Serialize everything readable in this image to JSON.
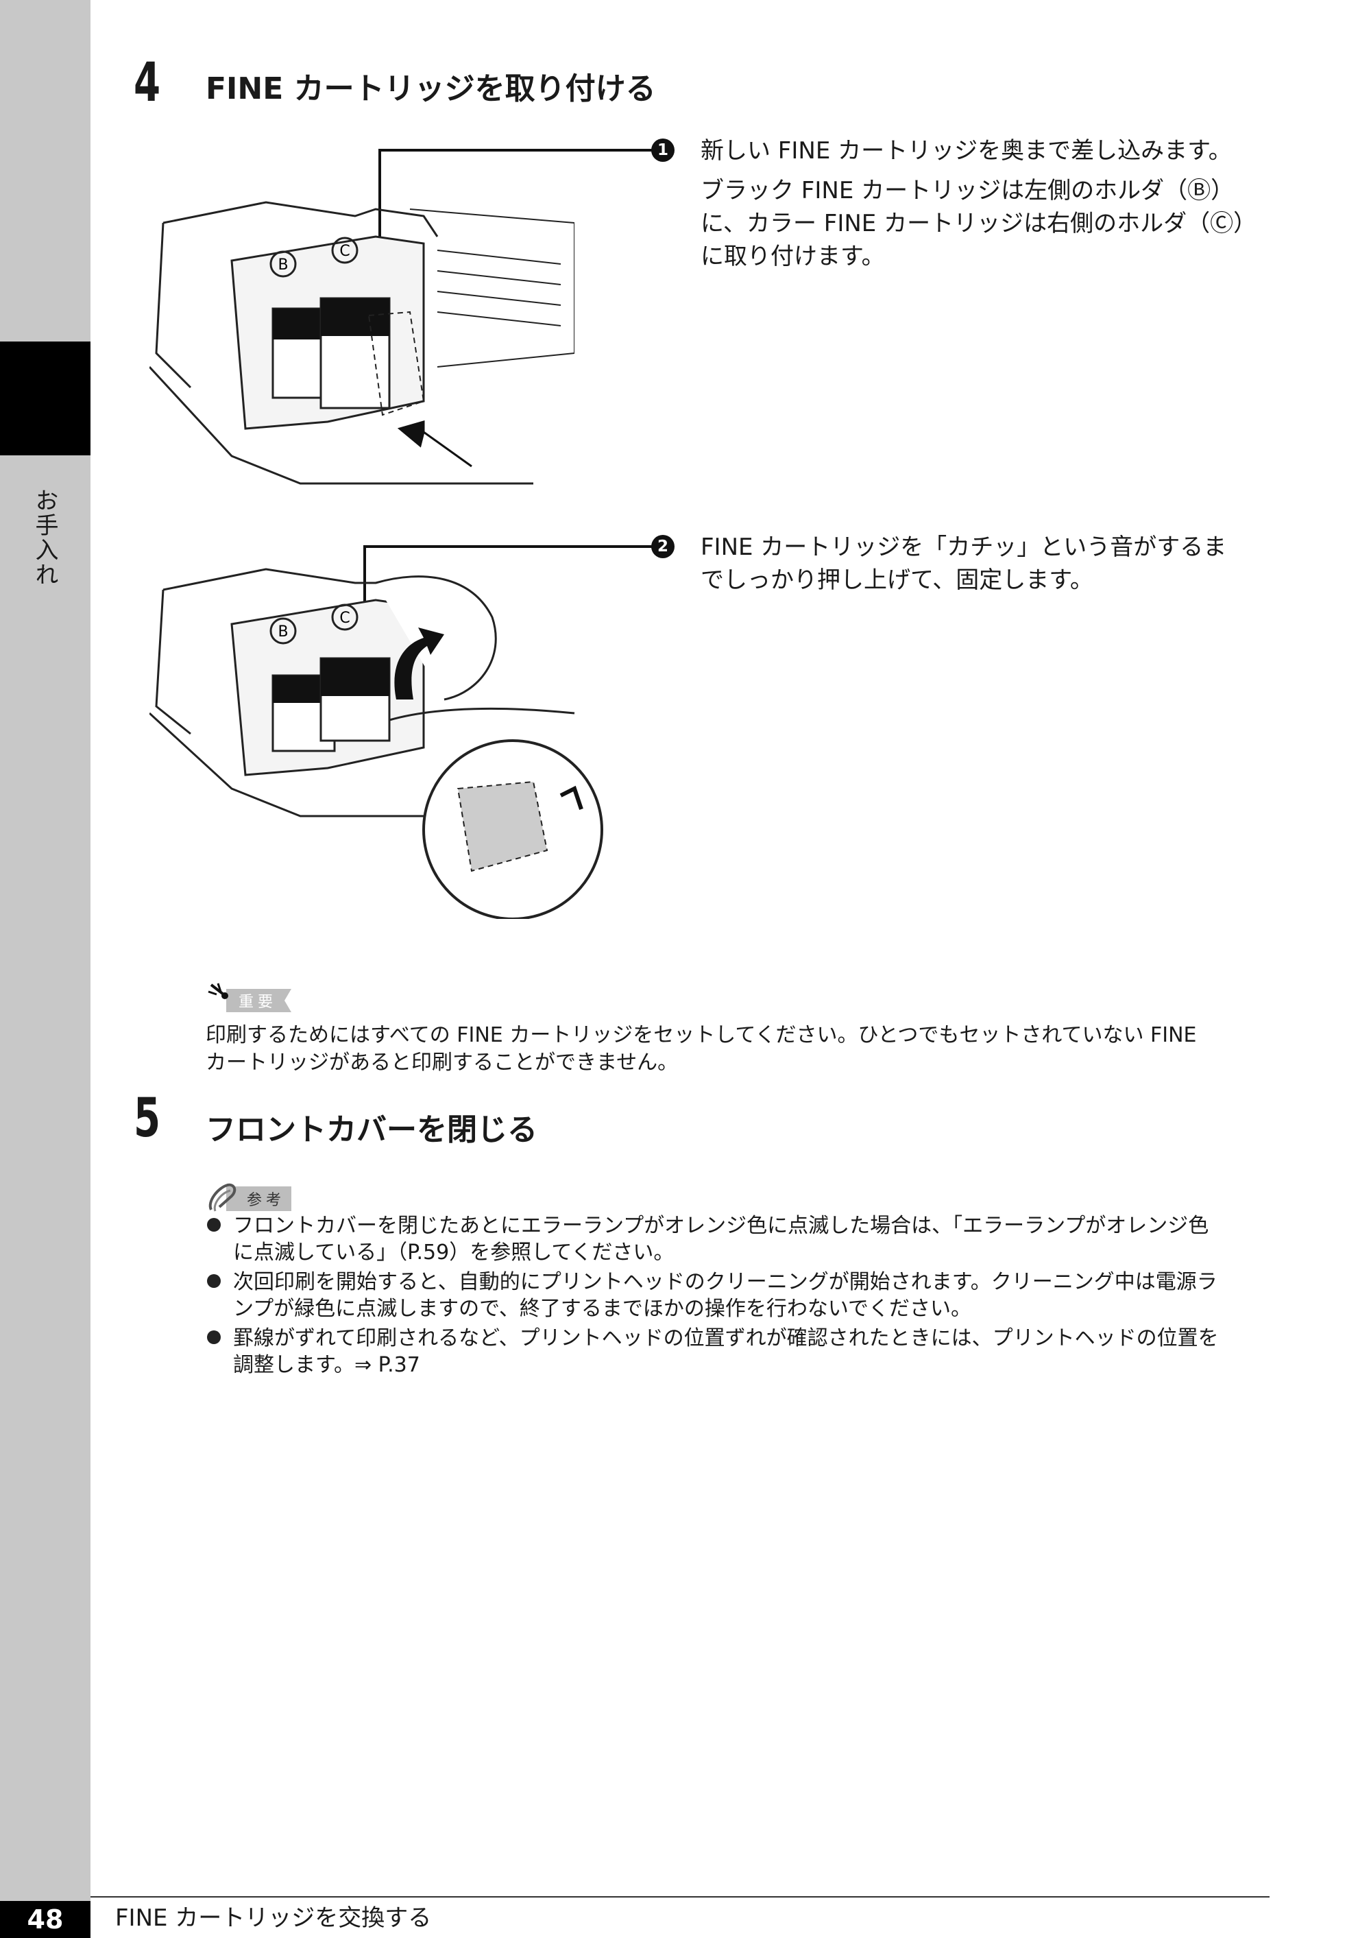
{
  "sidebar": {
    "label": "お手入れ"
  },
  "step4": {
    "number": "4",
    "title": "FINE カートリッジを取り付ける",
    "items": [
      {
        "marker": "1",
        "lines": [
          "新しい FINE カートリッジを奥まで差し込みます。",
          "ブラック FINE カートリッジは左側のホルダ（Ⓑ）",
          "に、カラー FINE カートリッジは右側のホルダ（Ⓒ）",
          "に取り付けます。"
        ]
      },
      {
        "marker": "2",
        "lines": [
          "FINE カートリッジを「カチッ」という音がするま",
          "でしっかり押し上げて、固定します。"
        ]
      }
    ],
    "illustration1": {
      "slot_b": "B",
      "slot_c": "C"
    },
    "illustration2": {
      "slot_b": "B",
      "slot_c": "C"
    }
  },
  "important": {
    "label": "重要",
    "lines": [
      "印刷するためにはすべての FINE カートリッジをセットしてください。ひとつでもセットされていない FINE",
      "カートリッジがあると印刷することができません。"
    ]
  },
  "step5": {
    "number": "5",
    "title": "フロントカバーを閉じる"
  },
  "reference": {
    "label": "参考",
    "bullets": [
      [
        "フロントカバーを閉じたあとにエラーランプがオレンジ色に点滅した場合は、「エラーランプがオレンジ色",
        "に点滅している」（P.59）を参照してください。"
      ],
      [
        "次回印刷を開始すると、自動的にプリントヘッドのクリーニングが開始されます。クリーニング中は電源ラ",
        "ンプが緑色に点滅しますので、終了するまでほかの操作を行わないでください。"
      ],
      [
        "罫線がずれて印刷されるなど、プリントヘッドの位置ずれが確認されたときには、プリントヘッドの位置を",
        "調整します。⇒ P.37"
      ]
    ]
  },
  "footer": {
    "page_number": "48",
    "title": "FINE カートリッジを交換する"
  }
}
